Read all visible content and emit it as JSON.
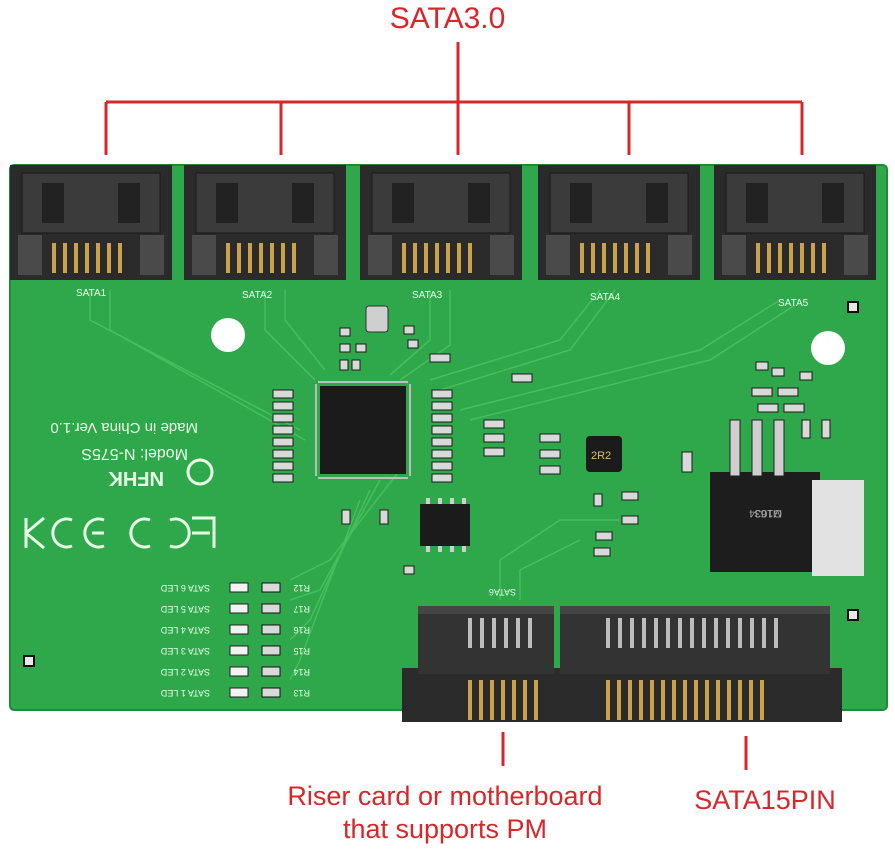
{
  "header": {
    "title": "SATA3.0"
  },
  "captions": {
    "riser_line1": "Riser card or motherboard",
    "riser_line2": "that supports PM",
    "sata15": "SATA15PIN"
  },
  "board": {
    "connectors": [
      "SATA1",
      "SATA2",
      "SATA3",
      "SATA4",
      "SATA5"
    ],
    "bottom_connector": "SATA6",
    "model": "Model: N-575S",
    "made_in": "Made in China Ver.1.0",
    "brand": "NFHK",
    "led_labels": [
      "SATA 6 LED",
      "SATA 5 LED",
      "SATA 4 LED",
      "SATA 3 LED",
      "SATA 2 LED",
      "SATA 1 LED"
    ],
    "resistor_labels": [
      "R12",
      "R17",
      "R16",
      "R15",
      "R14",
      "R13"
    ],
    "regulator_text": [
      "M163",
      "G1034"
    ],
    "inductor_text": "2R2"
  },
  "colors": {
    "accent": "#d8272b",
    "pcb": "#2ea84a",
    "pcb_dark": "#1f8a38",
    "connector": "#2b2b2b"
  }
}
